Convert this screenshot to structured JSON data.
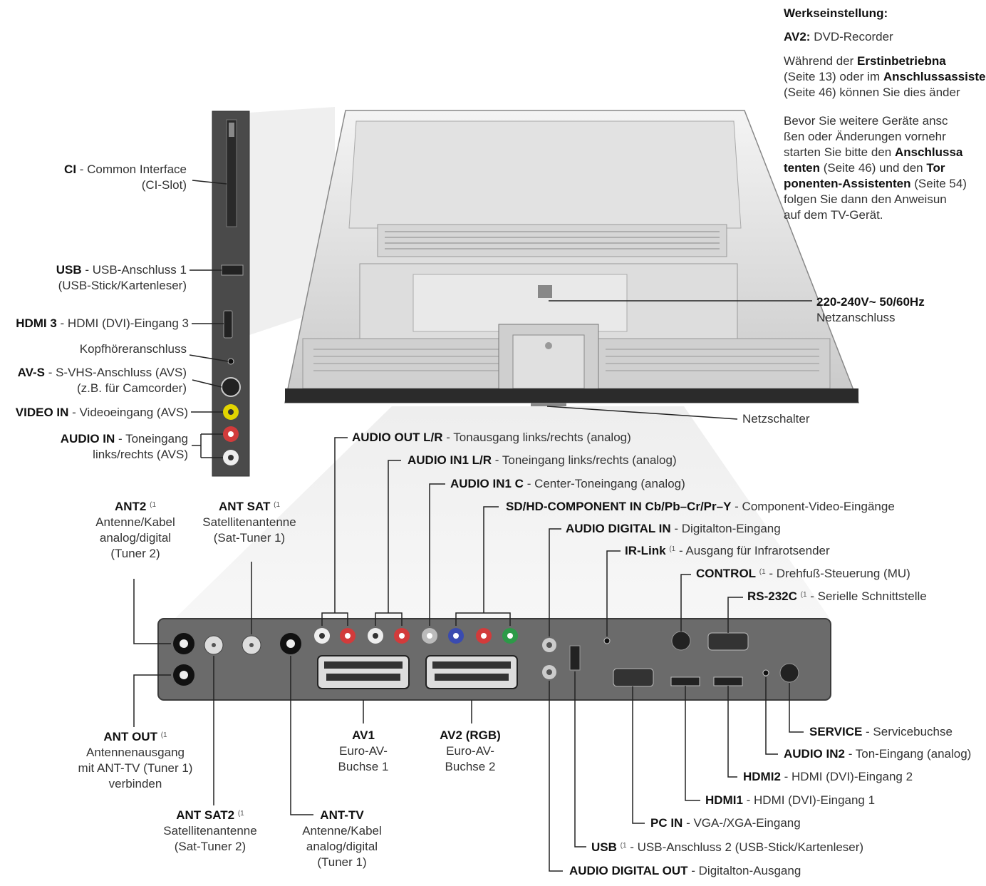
{
  "info": {
    "heading": "Werkseinstellung:",
    "av2_label": "AV2:",
    "av2_value": "DVD-Recorder",
    "p1_l1_a": "Während der ",
    "p1_l1_b": "Erstinbetriebna",
    "p1_l2_a": "(Seite 13) oder im ",
    "p1_l2_b": "Anschlussassiste",
    "p1_l3": "(Seite 46) können Sie dies änder",
    "p2_l1": "Bevor Sie weitere Geräte ansc",
    "p2_l2": "ßen oder Änderungen vornehr",
    "p2_l3_a": "starten Sie bitte den ",
    "p2_l3_b": "Anschlussa",
    "p2_l4_a": "tenten",
    "p2_l4_b": " (Seite 46) und den ",
    "p2_l4_c": "Tor",
    "p2_l5_a": "ponenten-Assistenten",
    "p2_l5_b": " (Seite 54)",
    "p2_l6": "folgen Sie dann den Anweisun",
    "p2_l7": "auf dem TV-Gerät."
  },
  "side": {
    "ci_b": "CI",
    "ci_t": " - Common Interface",
    "ci_2": "(CI-Slot)",
    "usb_b": "USB",
    "usb_t": " - USB-Anschluss 1",
    "usb_2": "(USB-Stick/Kartenleser)",
    "hdmi3_b": "HDMI 3",
    "hdmi3_t": " - HDMI (DVI)-Eingang 3",
    "kopf": "Kopfhöreranschluss",
    "avs_b": "AV-S",
    "avs_t": " - S-VHS-Anschluss (AVS)",
    "avs_2": "(z.B. für Camcorder)",
    "vid_b": "VIDEO IN",
    "vid_t": " - Videoeingang (AVS)",
    "aud_b": "AUDIO IN",
    "aud_t": " - Toneingang",
    "aud_2": "links/rechts (AVS)"
  },
  "power": {
    "p_b": "220-240V~ 50/60Hz",
    "p_2": "Netzanschluss",
    "switch": "Netzschalter"
  },
  "top_labels": {
    "aout_b": "AUDIO OUT L/R",
    "aout_t": " - Tonausgang links/rechts (analog)",
    "ain1_b": "AUDIO IN1 L/R",
    "ain1_t": " - Toneingang links/rechts (analog)",
    "ain1c_b": "AUDIO IN1 C",
    "ain1c_t": " - Center-Toneingang (analog)",
    "comp_b": "SD/HD-COMPONENT IN Cb/Pb–Cr/Pr–Y",
    "comp_t": " - Component-Video-Eingänge",
    "adig_b": "AUDIO DIGITAL IN",
    "adig_t": " - Digitalton-Eingang",
    "ir_b": "IR-Link",
    "ir_t": " - Ausgang für Infrarotsender",
    "ctrl_b": "CONTROL",
    "ctrl_t": " - Drehfuß-Steuerung (MU)",
    "rs_b": "RS-232C",
    "rs_t": " - Serielle Schnittstelle",
    "footnote": "(1"
  },
  "ant": {
    "ant2_b": "ANT2",
    "ant2_1": "Antenne/Kabel",
    "ant2_2": "analog/digital",
    "ant2_3": "(Tuner 2)",
    "antsat_b": "ANT SAT",
    "antsat_1": "Satellitenantenne",
    "antsat_2": "(Sat-Tuner 1)",
    "antout_b": "ANT OUT",
    "antout_1": "Antennenausgang",
    "antout_2": "mit ANT-TV (Tuner 1)",
    "antout_3": "verbinden",
    "antsat2_b": "ANT SAT2",
    "antsat2_1": "Satellitenantenne",
    "antsat2_2": "(Sat-Tuner 2)",
    "anttv_b": "ANT-TV",
    "anttv_1": "Antenne/Kabel",
    "anttv_2": "analog/digital",
    "anttv_3": "(Tuner 1)"
  },
  "av": {
    "av1_b": "AV1",
    "av1_1": "Euro-AV-",
    "av1_2": "Buchse 1",
    "av2_b": "AV2 (RGB)",
    "av2_1": "Euro-AV-",
    "av2_2": "Buchse 2"
  },
  "bottom_labels": {
    "service_b": "SERVICE",
    "service_t": " - Servicebuchse",
    "ain2_b": "AUDIO IN2",
    "ain2_t": " - Ton-Eingang (analog)",
    "hdmi2_b": "HDMI2",
    "hdmi2_t": " - HDMI (DVI)-Eingang 2",
    "hdmi1_b": "HDMI1",
    "hdmi1_t": " - HDMI (DVI)-Eingang 1",
    "pc_b": "PC IN",
    "pc_t": " - VGA-/XGA-Eingang",
    "usb2_b": "USB",
    "usb2_t": " - USB-Anschluss 2 (USB-Stick/Kartenleser)",
    "adout_b": "AUDIO DIGITAL OUT",
    "adout_t": " - Digitalton-Ausgang"
  }
}
